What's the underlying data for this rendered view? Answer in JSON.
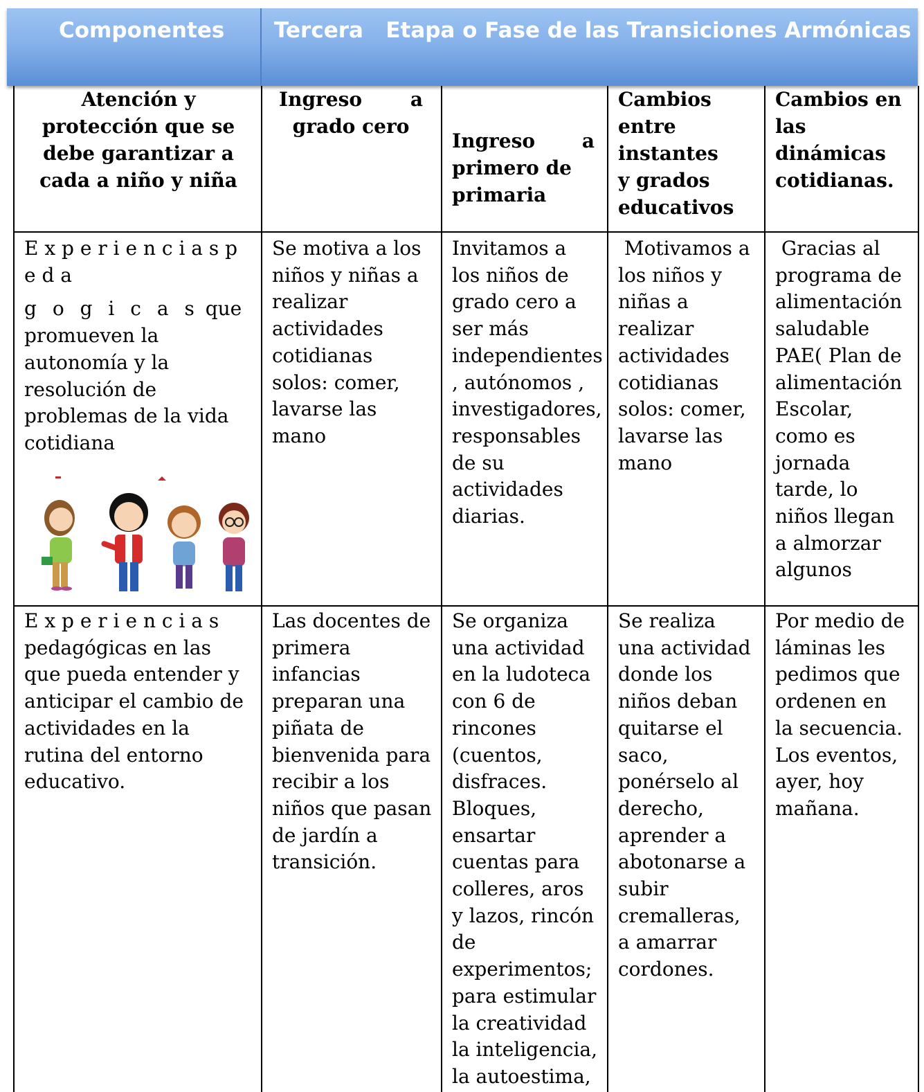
{
  "banner": {
    "left_title": "Componentes",
    "right_title": "Tercera   Etapa o Fase de las Transiciones Armónicas"
  },
  "headers": {
    "col1": "Atención y protección que se debe garantizar a cada a niño y niña",
    "col2_line1_left": "Ingreso",
    "col2_line1_right": "a",
    "col2_line2": "grado cero",
    "col3_line1_left": "Ingreso",
    "col3_line1_right": "a",
    "col3_rest": "primero de primaria",
    "col4": "Cambios entre instantes y grados educativos",
    "col5": "Cambios en las dinámicas cotidianas."
  },
  "row1": {
    "col1_line1": "E x p e r i e n c i a s p e d a",
    "col1_line2_spaced": "g o g i c a s",
    "col1_line2_rest": " que",
    "col1_rest": "promueven la autonomía y la resolución de problemas de la vida cotidiana",
    "col2": "Se motiva a los niños y niñas a realizar actividades cotidianas solos: comer, lavarse las mano",
    "col3": "Invitamos a los niños de grado cero a  ser más independientes , autónomos , investigadores, responsables de su actividades diarias.",
    "col4": " Motivamos a los niños y niñas a realizar actividades cotidianas solos: comer, lavarse las mano",
    "col5": " Gracias al programa de alimentación saludable PAE( Plan de alimentación Escolar, como es jornada tarde, lo niños llegan a almorzar algunos"
  },
  "row2": {
    "col1_spaced": "E x p e r i e n c i a s",
    "col1_rest": "pedagógicas en las que pueda entender y anticipar el cambio de actividades en la rutina del entorno educativo.",
    "col2": "Las docentes de primera infancias preparan una piñata de bienvenida para recibir  a los niños que pasan de jardín a transición.",
    "col3": "Se organiza una actividad en la ludoteca con 6 de rincones (cuentos, disfraces. Bloques, ensartar cuentas para colleres, aros y lazos, rincón de experimentos; para estimular la creatividad la inteligencia, la autoestima,",
    "col4": "Se realiza una actividad donde los niños deban quitarse el saco, ponérselo al derecho, aprender a abotonarse a subir cremalleras, a amarrar cordones.",
    "col5": "Por medio de láminas les pedimos que ordenen en la secuencia. Los eventos, ayer, hoy mañana."
  },
  "colors": {
    "banner_top": "#9dc3f2",
    "banner_bottom": "#5a8fd6",
    "text": "#000000"
  }
}
